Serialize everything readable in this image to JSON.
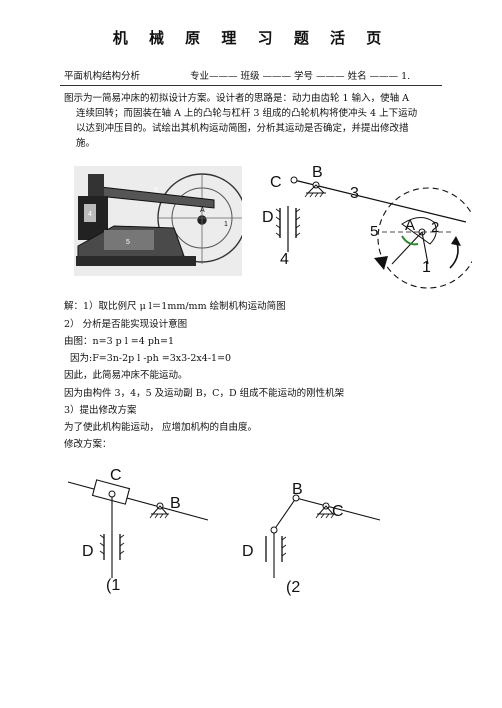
{
  "title": "机 械 原 理 习 题 活 页",
  "header": {
    "subject": "平面机构结构分析",
    "fields": "专业——— 班级 ——— 学号 ——— 姓名 ——— 1."
  },
  "problem": {
    "line1": "图示为一简易冲床的初拟设计方案。设计者的思路是：动力由齿轮 1 输入，使轴 A",
    "line2": "连续回转；而固装在轴 A 上的凸轮与杠杆 3 组成的凸轮机构将使冲头 4 上下运动",
    "line3": "以达到冲压目的。试绘出其机构运动简图，分析其运动是否确定，并提出修改措",
    "line4": "施。"
  },
  "diagram_top": {
    "C": "C",
    "B": "B",
    "n3": "3",
    "D": "D",
    "n5": "5",
    "A": "A",
    "n2": "2",
    "n4": "4",
    "n1": "1"
  },
  "solution": {
    "l1": "解：1）取比例尺 μ l＝1mm/mm 绘制机构运动简图",
    "l2": "2） 分析是否能实现设计意图",
    "l3": "由图：n=3    p l =4    ph=1",
    "l4": "因为:F=3n-2p l -ph =3x3-2x4-1=0",
    "l5": "因此，此简易冲床不能运动。",
    "l6": "因为由构件 3，4，5 及运动副 B，C，D 组成不能运动的刚性机架",
    "l7": "3）提出修改方案",
    "l8": "为了使此机构能运动，  应增加机构的自由度。",
    "l9": "修改方案："
  },
  "diagram_left": {
    "C": "C",
    "B": "B",
    "D": "D",
    "caption": "(1"
  },
  "diagram_right": {
    "B": "B",
    "C": "C",
    "D": "D",
    "caption": "(2"
  }
}
